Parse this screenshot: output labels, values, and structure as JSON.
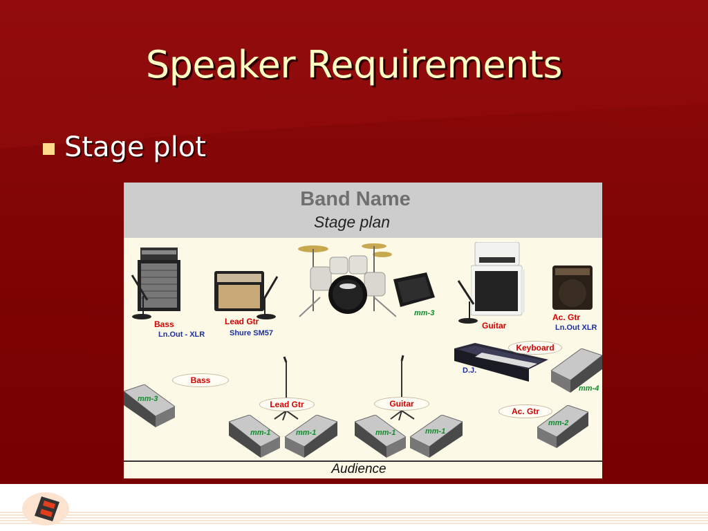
{
  "slide": {
    "title": "Speaker Requirements",
    "bullet": "Stage plot"
  },
  "colors": {
    "background": "#7d0303",
    "title_text": "#ffffc4",
    "bullet_square": "#ffd98c",
    "plot_background": "#fdf9e7",
    "header_gray": "#cdcdcd",
    "label_red": "#d40000",
    "label_blue": "#1a2fa0",
    "label_green": "#0c8f2a"
  },
  "stage_plot": {
    "band_name": "Band Name",
    "subtitle": "Stage plan",
    "audience": "Audience",
    "instrument_labels": {
      "bass": "Bass",
      "bass_note": "Ln.Out - XLR",
      "lead_gtr": "Lead Gtr",
      "lead_gtr_note": "Shure SM57",
      "guitar": "Guitar",
      "ac_gtr": "Ac. Gtr",
      "ac_gtr_note": "Ln.Out XLR",
      "dj": "D.J."
    },
    "monitor_labels": {
      "drum_monitor": "mm-3",
      "left_wedge": "mm-3",
      "lead_left": "mm-1",
      "lead_right": "mm-1",
      "guitar_left": "mm-1",
      "guitar_right": "mm-1",
      "keys_wedge": "mm-4",
      "acgtr_wedge": "mm-2"
    },
    "position_ovals": {
      "bass": "Bass",
      "lead_gtr": "Lead Gtr",
      "guitar": "Guitar",
      "keyboard": "Keyboard",
      "ac_gtr": "Ac. Gtr"
    },
    "icons": [
      "bass-amp-icon",
      "combo-amp-icon",
      "drum-kit-icon",
      "floor-monitor-icon",
      "stack-amp-icon",
      "acoustic-amp-icon",
      "keyboard-icon",
      "mic-stand-icon",
      "wedge-monitor-icon"
    ]
  }
}
